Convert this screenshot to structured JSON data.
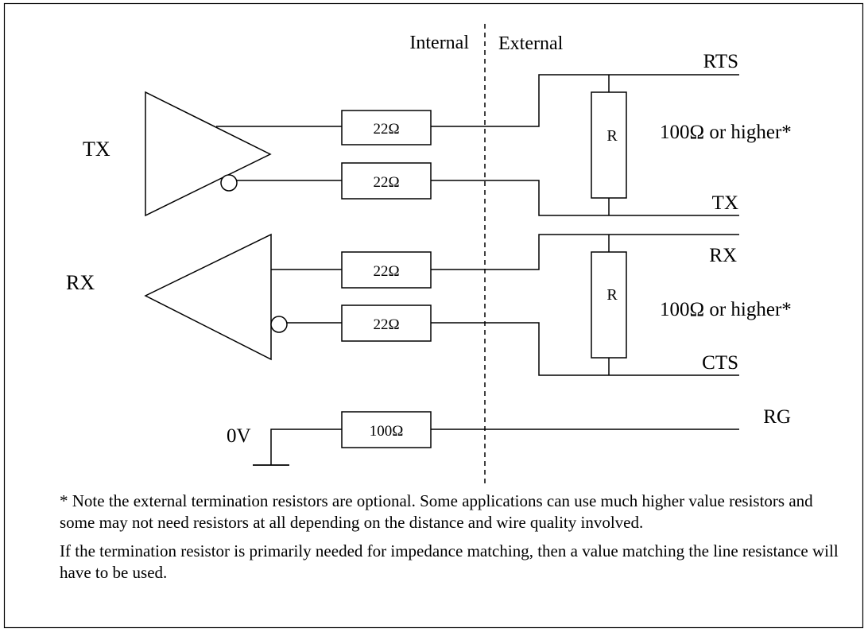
{
  "diagram": {
    "zone_internal": "Internal",
    "zone_external": "External",
    "tx_label": "TX",
    "rx_label": "RX",
    "ground_label": "0V",
    "series_resistor": "22Ω",
    "ground_resistor": "100Ω",
    "termination_resistor": "R",
    "termination_value": "100Ω or higher*",
    "lines": {
      "rts": "RTS",
      "tx": "TX",
      "rx": "RX",
      "cts": "CTS",
      "rg": "RG"
    }
  },
  "notes": {
    "note1": "* Note the external termination resistors are optional.  Some applications can use much higher value resistors and some may not need resistors at all depending on the distance and wire quality involved.",
    "note2": "If the termination resistor is primarily needed for impedance matching, then a value matching the line resistance will have to be used."
  }
}
